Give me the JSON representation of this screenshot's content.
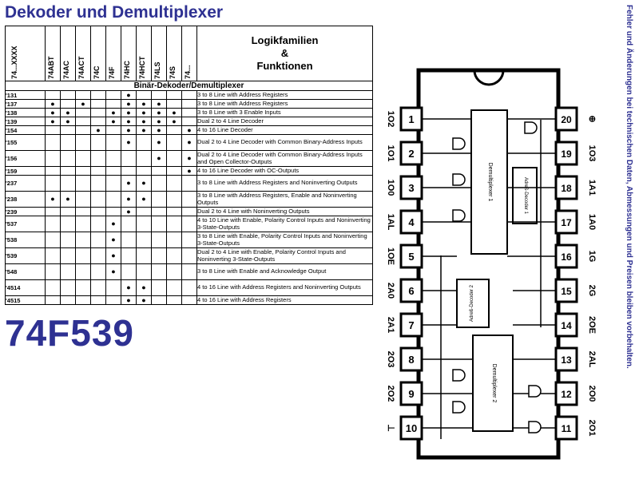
{
  "title": "Dekoder und Demultiplexer",
  "part_number": "74F539",
  "side_note": "Fehler und Änderungen bei technischen Daten, Abmessungen und Preisen bleiben vorbehalten.",
  "table": {
    "col_first": "74...XXXX",
    "families": [
      "74ABT",
      "74AC",
      "74ACT",
      "74C",
      "74F",
      "74HC",
      "74HCT",
      "74LS",
      "74S",
      "74..."
    ],
    "logik_header": [
      "Logikfamilien",
      "&",
      "Funktionen"
    ],
    "section": "Binär-Dekoder/Demultiplexer",
    "rows": [
      {
        "type": "'131",
        "dots": [
          0,
          0,
          0,
          0,
          0,
          1,
          0,
          0,
          0,
          0
        ],
        "desc": "3 to 8 Line with Address Registers"
      },
      {
        "type": "'137",
        "dots": [
          1,
          0,
          1,
          0,
          0,
          1,
          1,
          1,
          0,
          0
        ],
        "desc": "3 to 8 Line with Address Registers"
      },
      {
        "type": "'138",
        "dots": [
          1,
          1,
          0,
          0,
          1,
          1,
          1,
          1,
          1,
          0
        ],
        "desc": "3 to 8 Line with 3 Enable Inputs"
      },
      {
        "type": "'139",
        "dots": [
          1,
          1,
          0,
          0,
          1,
          1,
          1,
          1,
          1,
          0
        ],
        "desc": "Dual 2 to 4 Line Decoder"
      },
      {
        "type": "'154",
        "dots": [
          0,
          0,
          0,
          1,
          0,
          1,
          1,
          1,
          0,
          1
        ],
        "desc": "4 to 16 Line Decoder"
      },
      {
        "type": "'155",
        "dots": [
          0,
          0,
          0,
          0,
          0,
          1,
          0,
          1,
          0,
          1
        ],
        "desc": "Dual 2 to 4 Line Decoder with Common Binary-Address Inputs"
      },
      {
        "type": "'156",
        "dots": [
          0,
          0,
          0,
          0,
          0,
          0,
          0,
          1,
          0,
          1
        ],
        "desc": "Dual 2 to 4 Line Decoder with Common Binary-Address Inputs and Open Collector-Outputs"
      },
      {
        "type": "'159",
        "dots": [
          0,
          0,
          0,
          0,
          0,
          0,
          0,
          0,
          0,
          1
        ],
        "desc": "4 to 16 Line Decoder with OC-Outputs"
      },
      {
        "type": "'237",
        "dots": [
          0,
          0,
          0,
          0,
          0,
          1,
          1,
          0,
          0,
          0
        ],
        "desc": "3 to 8 Line with Address Registers and Noninverting Outputs"
      },
      {
        "type": "'238",
        "dots": [
          1,
          1,
          0,
          0,
          0,
          1,
          1,
          0,
          0,
          0
        ],
        "desc": "3 to 8 Line with Address Registers, Enable and Noninverting Outputs"
      },
      {
        "type": "'239",
        "dots": [
          0,
          0,
          0,
          0,
          0,
          1,
          0,
          0,
          0,
          0
        ],
        "desc": "Dual 2 to 4 Line with Noninverting Outputs"
      },
      {
        "type": "'537",
        "dots": [
          0,
          0,
          0,
          0,
          1,
          0,
          0,
          0,
          0,
          0
        ],
        "desc": "4 to 10 Line with Enable, Polarity Control Inputs and Noninverting 3-State-Outputs"
      },
      {
        "type": "'538",
        "dots": [
          0,
          0,
          0,
          0,
          1,
          0,
          0,
          0,
          0,
          0
        ],
        "desc": "3 to 8 Line with Enable, Polarity Control Inputs and Noninverting 3-State-Outputs"
      },
      {
        "type": "'539",
        "dots": [
          0,
          0,
          0,
          0,
          1,
          0,
          0,
          0,
          0,
          0
        ],
        "desc": "Dual 2 to 4 Line with Enable, Polarity Control Inputs and Noninverting 3-State-Outputs"
      },
      {
        "type": "'548",
        "dots": [
          0,
          0,
          0,
          0,
          1,
          0,
          0,
          0,
          0,
          0
        ],
        "desc": "3 to 8 Line with Enable and Acknowledge Output"
      },
      {
        "type": "'4514",
        "dots": [
          0,
          0,
          0,
          0,
          0,
          1,
          1,
          0,
          0,
          0
        ],
        "desc": "4 to 16 Line with Address Registers and Noninverting Outputs"
      },
      {
        "type": "'4515",
        "dots": [
          0,
          0,
          0,
          0,
          0,
          1,
          1,
          0,
          0,
          0
        ],
        "desc": "4 to 16 Line with Address Registers"
      }
    ]
  },
  "pinout": {
    "left_pins": [
      {
        "num": "1",
        "label": "1O2"
      },
      {
        "num": "2",
        "label": "1O1"
      },
      {
        "num": "3",
        "label": "1O0"
      },
      {
        "num": "4",
        "label": "1AL"
      },
      {
        "num": "5",
        "label": "1OE"
      },
      {
        "num": "6",
        "label": "2A0"
      },
      {
        "num": "7",
        "label": "2A1"
      },
      {
        "num": "8",
        "label": "2O3"
      },
      {
        "num": "9",
        "label": "2O2"
      },
      {
        "num": "10",
        "label": "⊥"
      }
    ],
    "right_pins": [
      {
        "num": "20",
        "label": "⊕"
      },
      {
        "num": "19",
        "label": "1O3"
      },
      {
        "num": "18",
        "label": "1A1"
      },
      {
        "num": "17",
        "label": "1A0"
      },
      {
        "num": "16",
        "label": "1G"
      },
      {
        "num": "15",
        "label": "2G"
      },
      {
        "num": "14",
        "label": "2OE"
      },
      {
        "num": "13",
        "label": "2AL"
      },
      {
        "num": "12",
        "label": "2O0"
      },
      {
        "num": "11",
        "label": "2O1"
      }
    ],
    "blocks": [
      "Demultiplexer 1",
      "Adreß-Decoder 1",
      "Adreß-Decoder 2",
      "Demultiplexer 2"
    ]
  }
}
